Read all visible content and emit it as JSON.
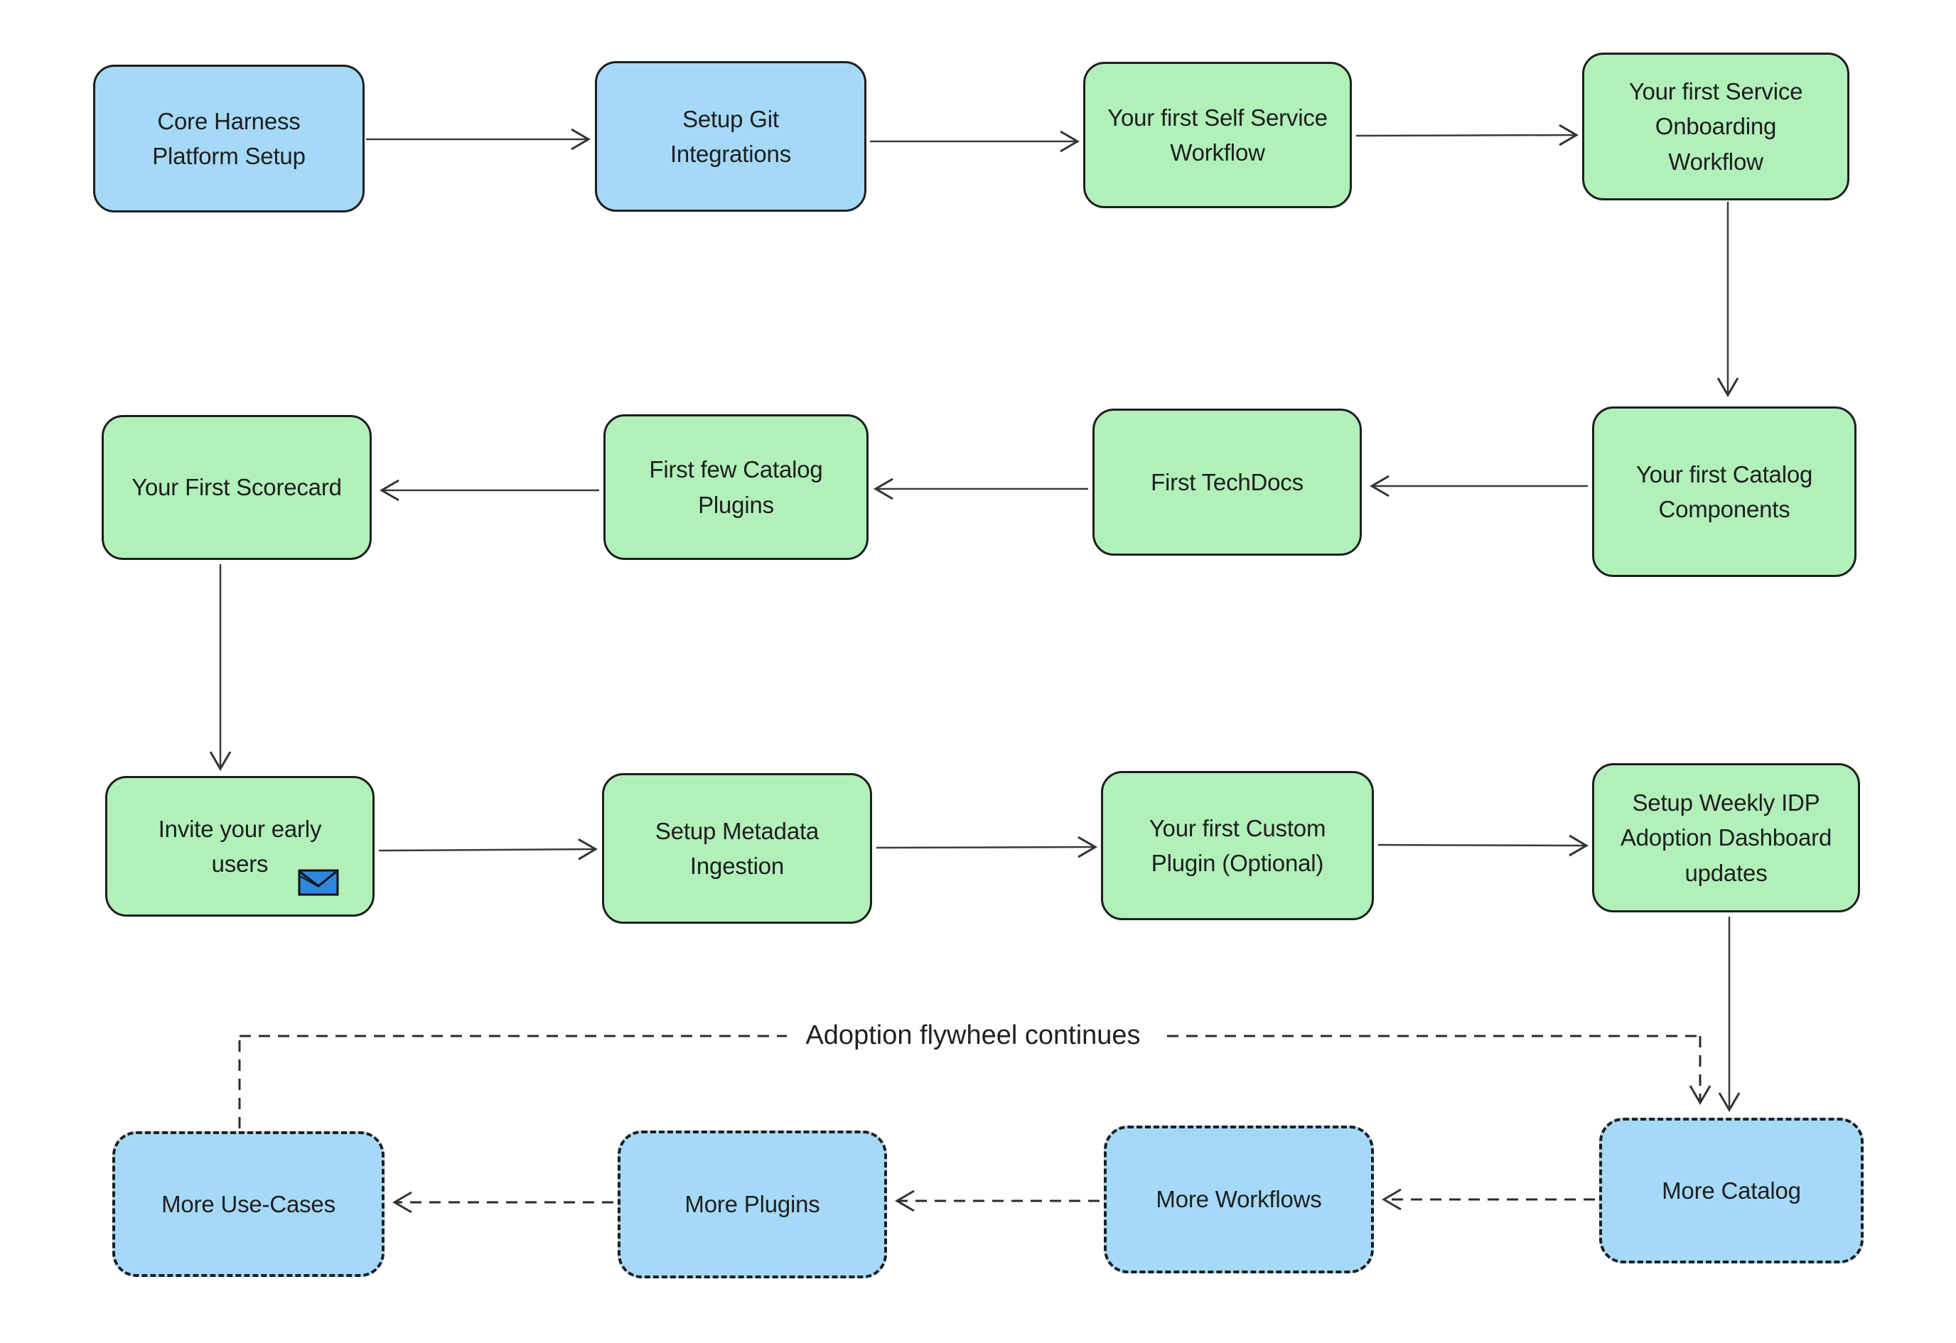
{
  "flywheel_label": "Adoption flywheel continues",
  "colors": {
    "node_blue": "#a6d9f7",
    "node_green": "#b2f0ba",
    "node_border": "#1e1e1e",
    "arrow": "#333333",
    "envelope_blue": "#2d87e0"
  },
  "nodes": [
    {
      "id": "core-harness-platform-setup",
      "label": "Core Harness Platform Setup",
      "lines": [
        "Core Harness",
        "Platform Setup"
      ],
      "color": "blue",
      "border": "solid"
    },
    {
      "id": "setup-git-integrations",
      "label": "Setup Git Integrations",
      "lines": [
        "Setup Git",
        "Integrations"
      ],
      "color": "blue",
      "border": "solid"
    },
    {
      "id": "your-first-self-service-workflow",
      "label": "Your first Self Service Workflow",
      "lines": [
        "Your first Self Service",
        "Workflow"
      ],
      "color": "green",
      "border": "solid"
    },
    {
      "id": "your-first-service-onboarding-workflow",
      "label": "Your first Service Onboarding Workflow",
      "lines": [
        "Your first Service",
        "Onboarding",
        "Workflow"
      ],
      "color": "green",
      "border": "solid"
    },
    {
      "id": "your-first-catalog-components",
      "label": "Your first Catalog Components",
      "lines": [
        "Your first Catalog",
        "Components"
      ],
      "color": "green",
      "border": "solid"
    },
    {
      "id": "first-techdocs",
      "label": "First TechDocs",
      "lines": [
        "First TechDocs"
      ],
      "color": "green",
      "border": "solid"
    },
    {
      "id": "first-few-catalog-plugins",
      "label": "First few Catalog Plugins",
      "lines": [
        "First few Catalog",
        "Plugins"
      ],
      "color": "green",
      "border": "solid"
    },
    {
      "id": "your-first-scorecard",
      "label": "Your First Scorecard",
      "lines": [
        "Your First Scorecard"
      ],
      "color": "green",
      "border": "solid"
    },
    {
      "id": "invite-your-early-users",
      "label": "Invite your early users",
      "lines": [
        "Invite your early",
        "users"
      ],
      "color": "green",
      "border": "solid"
    },
    {
      "id": "setup-metadata-ingestion",
      "label": "Setup Metadata Ingestion",
      "lines": [
        "Setup Metadata",
        "Ingestion"
      ],
      "color": "green",
      "border": "solid"
    },
    {
      "id": "your-first-custom-plugin-optional",
      "label": "Your first Custom Plugin (Optional)",
      "lines": [
        "Your first Custom",
        "Plugin (Optional)"
      ],
      "color": "green",
      "border": "solid"
    },
    {
      "id": "setup-weekly-idp-adoption-dashboard-updates",
      "label": "Setup Weekly IDP Adoption Dashboard updates",
      "lines": [
        "Setup Weekly IDP",
        "Adoption Dashboard",
        "updates"
      ],
      "color": "green",
      "border": "solid"
    },
    {
      "id": "more-use-cases",
      "label": "More Use-Cases",
      "lines": [
        "More Use-Cases"
      ],
      "color": "blue",
      "border": "dashed"
    },
    {
      "id": "more-plugins",
      "label": "More Plugins",
      "lines": [
        "More Plugins"
      ],
      "color": "blue",
      "border": "dashed"
    },
    {
      "id": "more-workflows",
      "label": "More Workflows",
      "lines": [
        "More Workflows"
      ],
      "color": "blue",
      "border": "dashed"
    },
    {
      "id": "more-catalog",
      "label": "More Catalog",
      "lines": [
        "More Catalog"
      ],
      "color": "blue",
      "border": "dashed"
    }
  ],
  "icons": [
    {
      "name": "envelope-icon",
      "in_node": "invite-your-early-users"
    }
  ]
}
